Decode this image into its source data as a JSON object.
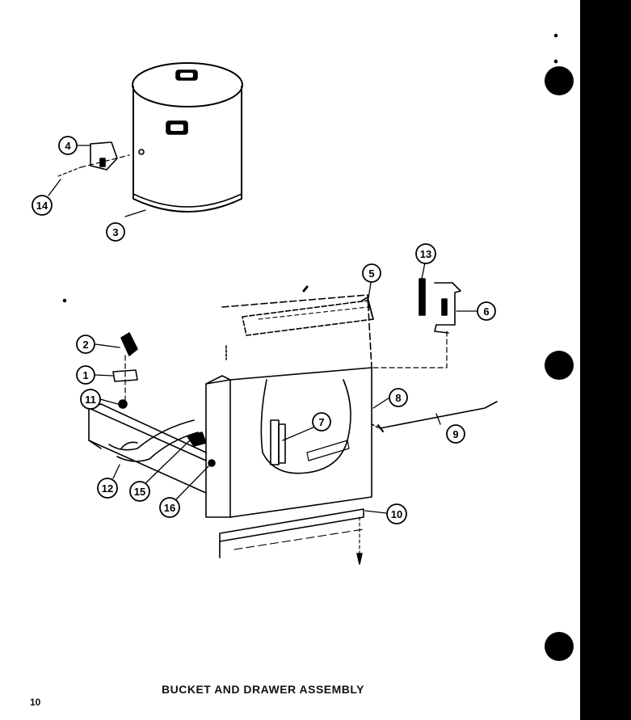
{
  "caption": "BUCKET  AND  DRAWER ASSEMBLY",
  "page_number": "10",
  "callouts": [
    {
      "id": "c1",
      "label": "1"
    },
    {
      "id": "c2",
      "label": "2"
    },
    {
      "id": "c3",
      "label": "3"
    },
    {
      "id": "c4",
      "label": "4"
    },
    {
      "id": "c5",
      "label": "5"
    },
    {
      "id": "c6",
      "label": "6"
    },
    {
      "id": "c7",
      "label": "7"
    },
    {
      "id": "c8",
      "label": "8"
    },
    {
      "id": "c9",
      "label": "9"
    },
    {
      "id": "c10",
      "label": "10"
    },
    {
      "id": "c11",
      "label": "11"
    },
    {
      "id": "c12",
      "label": "12"
    },
    {
      "id": "c13",
      "label": "13"
    },
    {
      "id": "c14",
      "label": "14"
    },
    {
      "id": "c15",
      "label": "15"
    },
    {
      "id": "c16",
      "label": "16"
    }
  ],
  "colors": {
    "ink": "#000000",
    "paper": "#ffffff"
  }
}
